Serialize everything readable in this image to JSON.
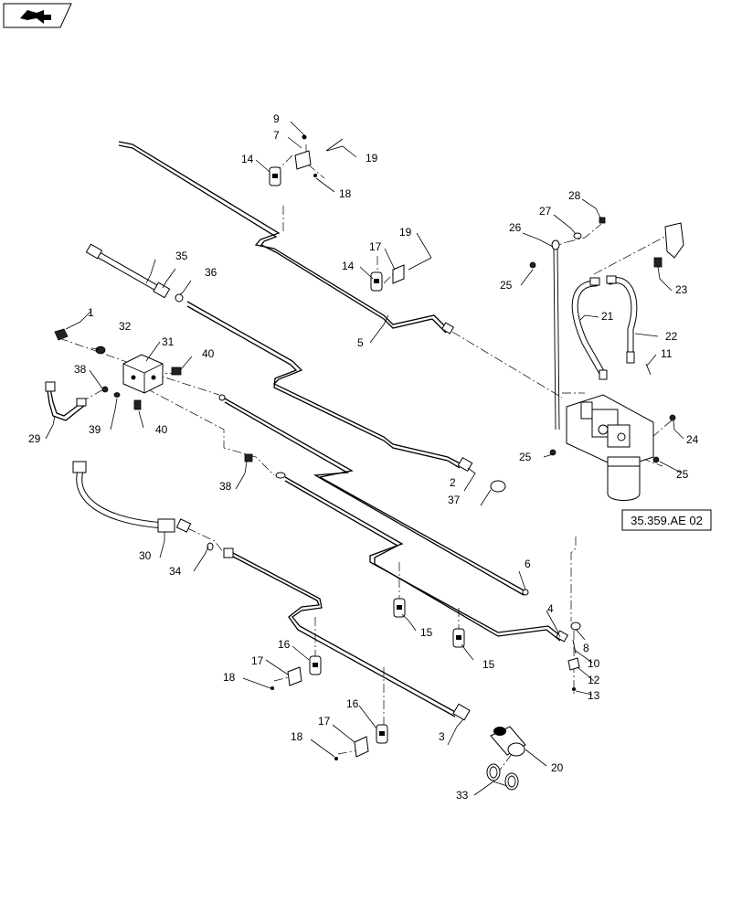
{
  "nav_icon": "book-arrow-icon",
  "reference": {
    "label": "35.359.AE 02"
  },
  "labels": {
    "l1": "1",
    "l2": "2",
    "l3": "3",
    "l4": "4",
    "l5": "5",
    "l6": "6",
    "l7": "7",
    "l8": "8",
    "l9": "9",
    "l10": "10",
    "l11": "11",
    "l12": "12",
    "l13": "13",
    "l14a": "14",
    "l14b": "14",
    "l15a": "15",
    "l15b": "15",
    "l16a": "16",
    "l16b": "16",
    "l17a": "17",
    "l17b": "17",
    "l17c": "17",
    "l18a": "18",
    "l18b": "18",
    "l18c": "18",
    "l19a": "19",
    "l19b": "19",
    "l20": "20",
    "l21": "21",
    "l22": "22",
    "l23": "23",
    "l24": "24",
    "l25a": "25",
    "l25b": "25",
    "l25c": "25",
    "l26": "26",
    "l27": "27",
    "l28": "28",
    "l29": "29",
    "l30": "30",
    "l31": "31",
    "l32": "32",
    "l33": "33",
    "l34": "34",
    "l35": "35",
    "l36": "36",
    "l37": "37",
    "l38a": "38",
    "l38b": "38",
    "l39": "39",
    "l40a": "40",
    "l40b": "40"
  }
}
